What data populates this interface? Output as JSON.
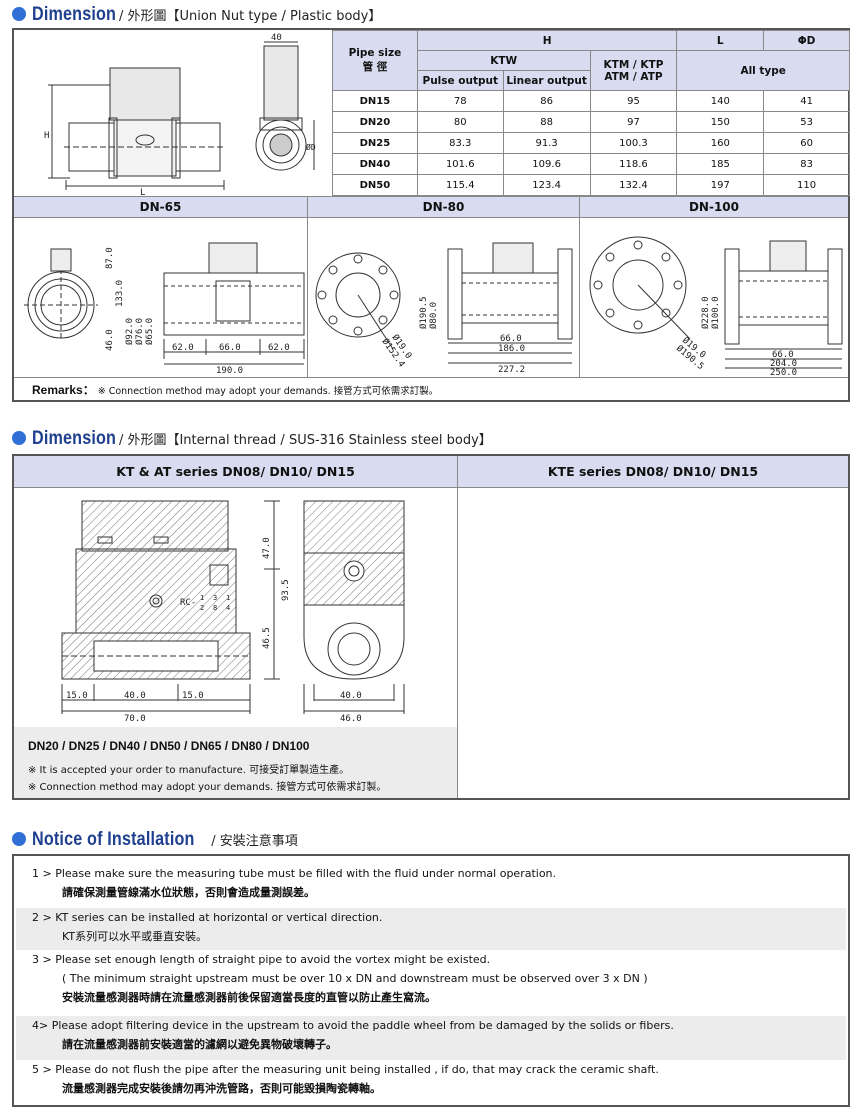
{
  "section1": {
    "title": "Dimension",
    "subtitle": "/ 外形圖【Union Nut type / Plastic body】",
    "table": {
      "pipe_size_label": "Pipe size",
      "pipe_size_cn": "管 徑",
      "h_label": "H",
      "l_label": "L",
      "od_label": "ΦD",
      "ktw_label": "KTW",
      "pulse_label": "Pulse output",
      "linear_label": "Linear output",
      "ktm_label": "KTM / KTP",
      "atm_label": "ATM / ATP",
      "all_type_label": "All type",
      "rows": [
        {
          "size": "DN15",
          "pulse": "78",
          "linear": "86",
          "ktm": "95",
          "l": "140",
          "d": "41"
        },
        {
          "size": "DN20",
          "pulse": "80",
          "linear": "88",
          "ktm": "97",
          "l": "150",
          "d": "53"
        },
        {
          "size": "DN25",
          "pulse": "83.3",
          "linear": "91.3",
          "ktm": "100.3",
          "l": "160",
          "d": "60"
        },
        {
          "size": "DN40",
          "pulse": "101.6",
          "linear": "109.6",
          "ktm": "118.6",
          "l": "185",
          "d": "83"
        },
        {
          "size": "DN50",
          "pulse": "115.4",
          "linear": "123.4",
          "ktm": "132.4",
          "l": "197",
          "d": "110"
        }
      ]
    },
    "drawing_labels": {
      "top": "40",
      "h": "H",
      "d": "ØD",
      "l": "L"
    },
    "dn65": {
      "title": "DN-65",
      "dims": [
        "87.0",
        "133.0",
        "46.0",
        "Ø92.0",
        "Ø76.0",
        "Ø65.0",
        "62.0",
        "66.0",
        "62.0",
        "190.0"
      ]
    },
    "dn80": {
      "title": "DN-80",
      "dims": [
        "Ø190.5",
        "Ø80.0",
        "Ø19.0",
        "Ø152.4",
        "66.0",
        "186.0",
        "227.2"
      ]
    },
    "dn100": {
      "title": "DN-100",
      "dims": [
        "Ø228.0",
        "Ø100.0",
        "Ø19.0",
        "Ø190.5",
        "66.0",
        "204.0",
        "250.0"
      ]
    },
    "remarks_label": "Remarks：",
    "remarks_text": "※ Connection method may adopt your demands. 接管方式可依需求訂製。"
  },
  "section2": {
    "title": "Dimension",
    "subtitle": "/ 外形圖【Internal thread / SUS-316 Stainless steel body】",
    "kt_title": "KT & AT series DN08/ DN10/ DN15",
    "kte_title": "KTE series DN08/ DN10/ DN15",
    "dims": [
      "47.0",
      "93.5",
      "46.5",
      "15.0",
      "40.0",
      "15.0",
      "70.0",
      "40.0",
      "46.0"
    ],
    "thread_label": "RC-",
    "thread_vals": [
      "1",
      "2",
      "3",
      "8",
      "1",
      "4"
    ],
    "sizes_line": "DN20 / DN25 / DN40 / DN50 / DN65 / DN80 / DN100",
    "note1": "※ It is accepted your order to manufacture.  可接受訂單製造生產。",
    "note2": "※ Connection method may adopt your demands. 接管方式可依需求訂製。"
  },
  "section3": {
    "title": "Notice of Installation",
    "subtitle": "/ 安裝注意事項",
    "items": [
      {
        "en": "1 > Please make sure the measuring tube must be filled with the fluid under normal operation.",
        "cn": "請確保測量管線滿水位狀態，否則會造成量測誤差。"
      },
      {
        "en": "2 > KT series can be installed at horizontal or vertical direction.",
        "cn": "KT系列可以水平或垂直安裝。"
      },
      {
        "en": "3 > Please set enough length of straight pipe to avoid the vortex might be existed.",
        "en2": "( The minimum straight upstream must be over 10 x DN and downstream must be observed over 3 x DN )",
        "cn": "安裝流量感測器時請在流量感測器前後保留適當長度的直管以防止產生窩流。"
      },
      {
        "en": "4> Please adopt filtering device in the upstream to avoid the paddle wheel from be damaged by the solids or fibers.",
        "cn": "請在流量感測器前安裝適當的濾網以避免異物破壞轉子。"
      },
      {
        "en": "5 > Please do not flush the pipe after the measuring unit being installed , if do, that may crack the ceramic shaft.",
        "cn": "流量感測器完成安裝後請勿再沖洗管路，否則可能毀損陶瓷轉軸。"
      }
    ]
  }
}
